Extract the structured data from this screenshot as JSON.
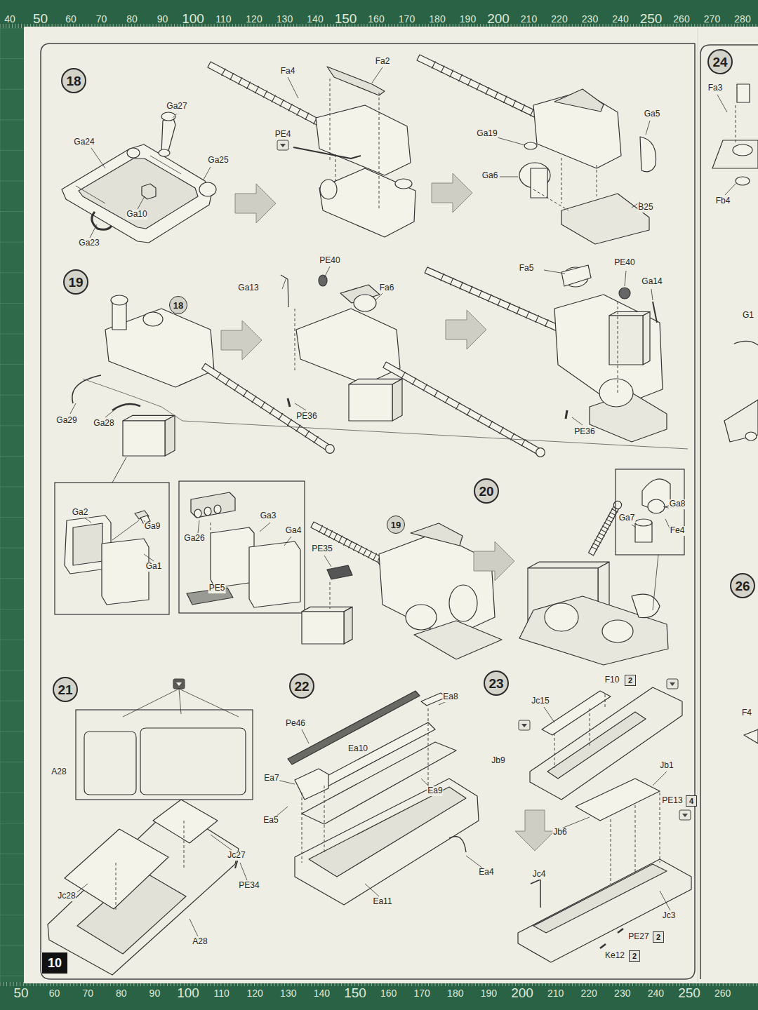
{
  "diagram": {
    "nodes": [
      {
        "text": [
          "18"
        ]
      },
      {
        "text": [
          "24"
        ]
      },
      {
        "text": [
          "19"
        ]
      },
      {
        "text": [
          "18"
        ]
      },
      {
        "text": [
          "20"
        ]
      },
      {
        "text": [
          "19"
        ]
      },
      {
        "text": [
          "26"
        ]
      },
      {
        "text": [
          "21"
        ]
      },
      {
        "text": [
          "22"
        ]
      },
      {
        "text": [
          "23"
        ]
      },
      {
        "text": [
          "2"
        ]
      },
      {
        "text": [
          "4"
        ]
      },
      {
        "text": [
          "2"
        ]
      },
      {
        "text": [
          "2"
        ]
      },
      {
        "text": [
          "10"
        ]
      }
    ],
    "labels": [
      "40",
      "50",
      "60",
      "70",
      "80",
      "90",
      "100",
      "110",
      "120",
      "130",
      "140",
      "150",
      "160",
      "170",
      "180",
      "190",
      "200",
      "210",
      "220",
      "230",
      "240",
      "250",
      "260",
      "270",
      "280",
      "50",
      "60",
      "70",
      "80",
      "90",
      "100",
      "110",
      "120",
      "130",
      "140",
      "150",
      "160",
      "170",
      "180",
      "190",
      "200",
      "210",
      "220",
      "230",
      "240",
      "250",
      "260",
      "Ga27",
      "Ga24",
      "Ga25",
      "Ga10",
      "Ga23",
      "Fa4",
      "Fa2",
      "PE4",
      "Ga19",
      "Ga6",
      "Ga5",
      "B25",
      "Fa3",
      "Fb4",
      "Ga29",
      "Ga28",
      "Ga13",
      "PE40",
      "Fa6",
      "PE36",
      "Fa5",
      "PE40",
      "Ga14",
      "PE36",
      "G1",
      "Ga2",
      "Ga9",
      "Ga1",
      "Ga3",
      "Ga26",
      "Ga4",
      "PE5",
      "PE35",
      "Ga8",
      "Ga7",
      "Fe4",
      "A28",
      "Jc27",
      "Jc28",
      "PE34",
      "A28",
      "Ea8",
      "Pe46",
      "Ea10",
      "Ea7",
      "Ea9",
      "Ea5",
      "Ea4",
      "Ea11",
      "F10",
      "Jc15",
      "Jb9",
      "Jb1",
      "PE13",
      "Jb6",
      "Jc4",
      "Jc3",
      "PE27",
      "Ke12",
      "F4"
    ]
  }
}
